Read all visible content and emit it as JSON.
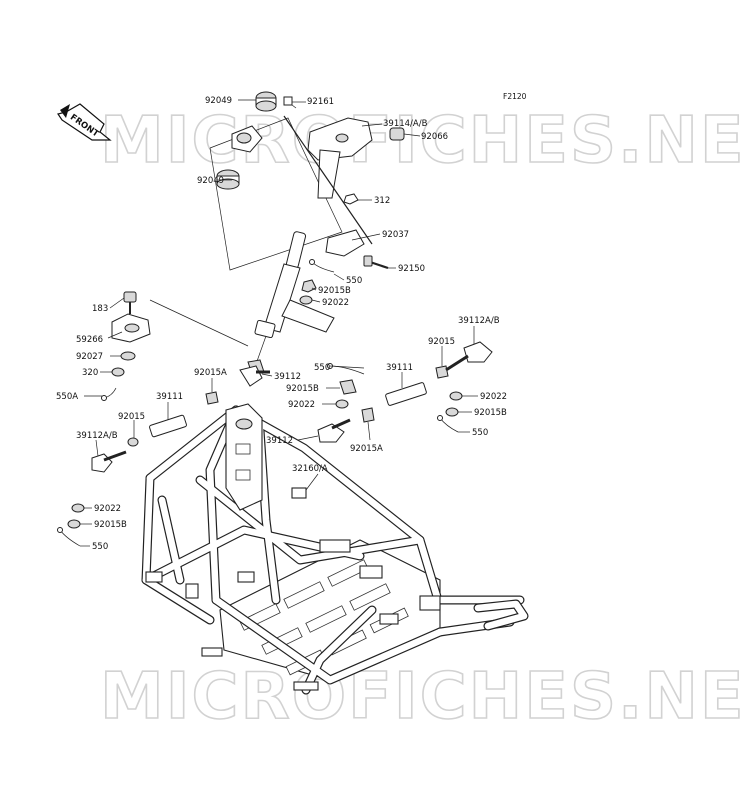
{
  "figure_id": "F2120",
  "front_arrow_label": "FRONT",
  "watermark": "MICROFICHES.NET",
  "labels": {
    "p92049_top": "92049",
    "p92161": "92161",
    "p39114": "39114/A/B",
    "p92066": "92066",
    "p92049_bottom": "92049",
    "p312": "312",
    "p92037": "92037",
    "p92150": "92150",
    "p550_top": "550",
    "p92015B_top": "92015B",
    "p92022_top": "92022",
    "p183": "183",
    "p59266": "59266",
    "p92027": "92027",
    "p320": "320",
    "p550A": "550A",
    "p92015A_left": "92015A",
    "p39112_center": "39112",
    "p39111_left": "39111",
    "p92015_left": "92015",
    "p39112AB_left": "39112A/B",
    "p550_mid": "550",
    "p92015B_mid": "92015B",
    "p92022_mid": "92022",
    "p39111_right": "39111",
    "p92015_right": "92015",
    "p39112AB_right": "39112A/B",
    "p92022_right": "92022",
    "p92015B_right": "92015B",
    "p550_right": "550",
    "p39112_lower": "39112",
    "p92015A_lower": "92015A",
    "p32160": "32160/A",
    "p92022_low": "92022",
    "p92015B_low": "92015B",
    "p550_low": "550"
  }
}
